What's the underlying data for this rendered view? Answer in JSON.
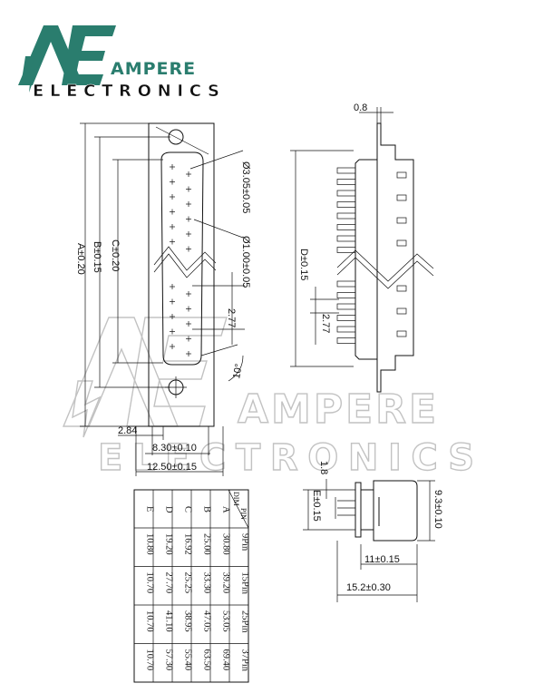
{
  "brand": {
    "name_line1": "AMPERE",
    "name_line2": "ELECTRONICS",
    "accent_color": "#2a7d6e",
    "dark_color": "#111111",
    "watermark_color": "#bcbcbc"
  },
  "front_view": {
    "mount_hole": "Ø3.05±0.05",
    "pin_dia": "Ø1.00±0.05",
    "dim_a": "A±0.20",
    "dim_b": "B±0.15",
    "dim_c": "C±0.20",
    "pitch": "2.77",
    "angle": "10°",
    "offset": "2.84",
    "inner_width": "8.30±0.10",
    "outer_width": "12.50±0.15"
  },
  "side_view": {
    "flange": "0.8",
    "dim_d": "D±0.15",
    "pitch": "2.77"
  },
  "bottom_view": {
    "dim_e": "E±0.15",
    "shell_height": "1.8",
    "body_height": "9.3±0.10",
    "depth": "11±0.15",
    "total_depth": "15.2±0.30"
  },
  "table": {
    "corner_pin": "PIN",
    "corner_dim": "DIM",
    "row_labels": [
      "A",
      "B",
      "C",
      "D",
      "E"
    ],
    "columns": [
      {
        "header": "9Pin",
        "values": [
          "30.80",
          "25.00",
          "16.92",
          "19.20",
          "10.80"
        ]
      },
      {
        "header": "15Pin",
        "values": [
          "39.20",
          "33.30",
          "25.25",
          "27.70",
          "10.70"
        ]
      },
      {
        "header": "25Pin",
        "values": [
          "53.05",
          "47.05",
          "38.95",
          "41.10",
          "10.70"
        ]
      },
      {
        "header": "37Pin",
        "values": [
          "69.40",
          "63.50",
          "55.40",
          "57.30",
          "10.70"
        ]
      }
    ]
  }
}
